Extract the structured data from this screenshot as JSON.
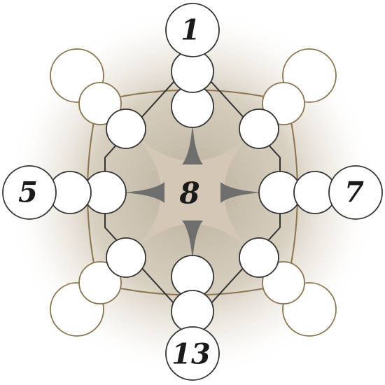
{
  "puzzle": {
    "center": {
      "label": "8"
    },
    "arms": {
      "top": {
        "label": "1"
      },
      "left": {
        "label": "5"
      },
      "right": {
        "label": "7"
      },
      "bottom": {
        "label": "13"
      }
    },
    "diagonal_arms": [
      "top-left",
      "top-right",
      "bottom-left",
      "bottom-right"
    ]
  },
  "colors": {
    "background_glow": "#b7aa95",
    "star_fill": "#d4c7b6",
    "spike_fill": "#6e6e6e",
    "dark_stroke": "#333333",
    "brown_stroke": "#8a7550"
  }
}
